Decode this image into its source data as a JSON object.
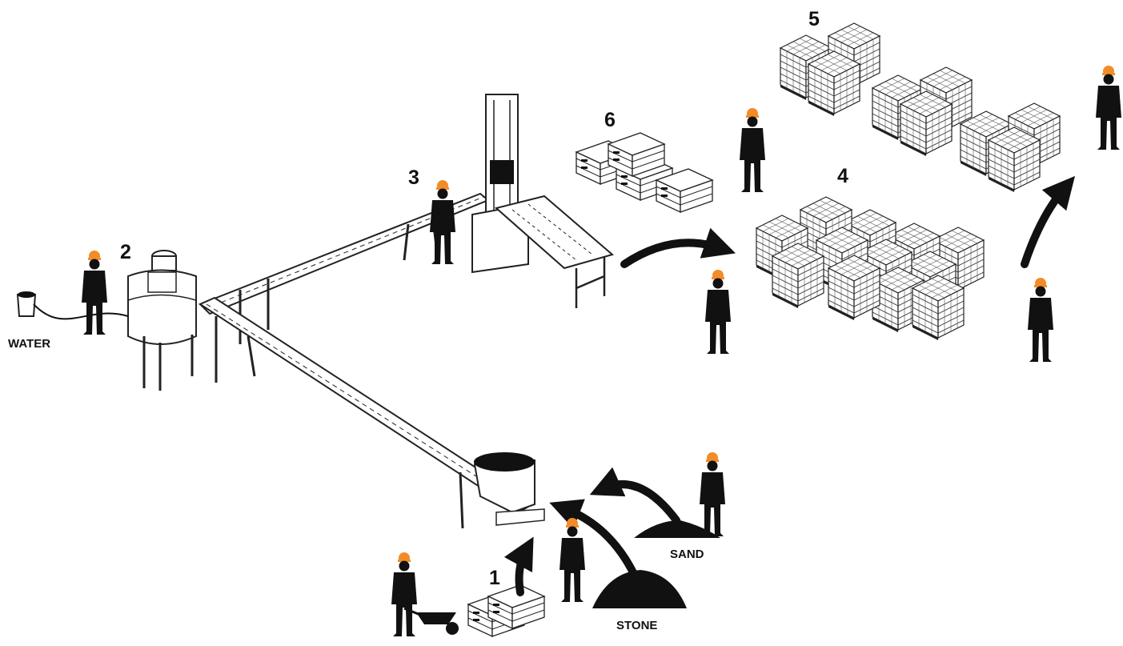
{
  "diagram": {
    "steps": [
      {
        "number": "1"
      },
      {
        "number": "2"
      },
      {
        "number": "3"
      },
      {
        "number": "4"
      },
      {
        "number": "5"
      },
      {
        "number": "6"
      }
    ],
    "materials": {
      "water": "WATER",
      "sand": "SAND",
      "stone": "STONE"
    },
    "colors": {
      "hardhat": "#f28c28",
      "silhouette": "#111111",
      "outline": "#222222",
      "background": "#ffffff"
    },
    "icons": [
      "worker-icon",
      "wheelbarrow-icon",
      "water-bucket-icon",
      "mixer-icon",
      "conveyor-icon",
      "block-press-icon",
      "brick-pallet-icon",
      "cement-bags-icon",
      "gravel-pile-icon",
      "sand-pile-icon",
      "flow-arrow-icon"
    ]
  }
}
